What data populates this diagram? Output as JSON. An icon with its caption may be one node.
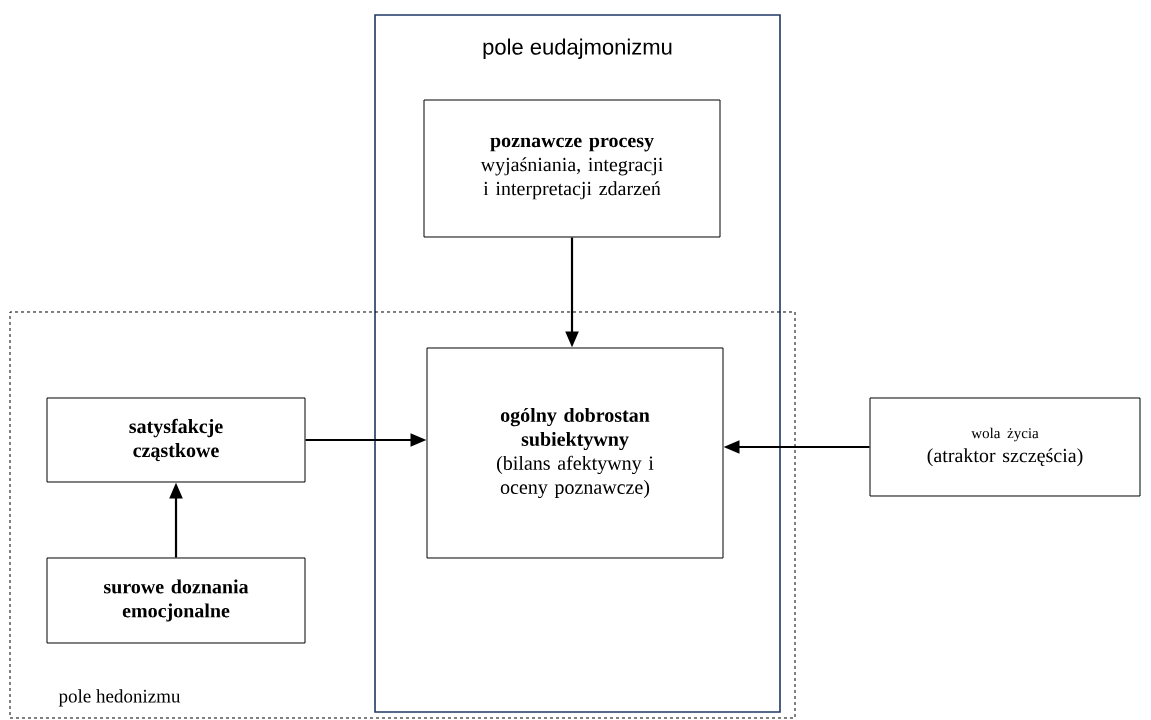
{
  "diagram": {
    "nodes": [
      {
        "text": [
          "pole eudajmonizmu"
        ]
      },
      {
        "text": [
          "pole hedonizmu"
        ]
      },
      {
        "text": [
          "poznawcze procesy",
          "wyjaśniania, integracji i interpretacji zdarzeń"
        ],
        "in": 0
      },
      {
        "text": [
          "ogólny dobrostan subiektywny",
          "(bilans afektywny i oceny poznawcze)"
        ]
      },
      {
        "text": [
          "satysfakcje cząstkowe"
        ],
        "in": 1
      },
      {
        "text": [
          "surowe doznania emocjonalne"
        ],
        "in": 1
      },
      {
        "text": [
          "wola życia",
          "(atraktor szczęścia)"
        ]
      }
    ],
    "edges": [
      {
        "from": 2,
        "to": 3,
        "arrow": "to"
      },
      {
        "from": 4,
        "to": 3,
        "arrow": "to"
      },
      {
        "from": 6,
        "to": 3,
        "arrow": "to"
      },
      {
        "from": 5,
        "to": 4,
        "arrow": "to"
      }
    ]
  }
}
